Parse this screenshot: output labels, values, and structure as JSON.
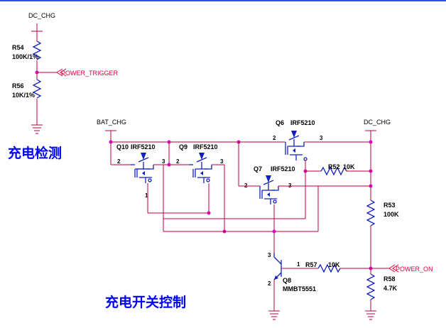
{
  "nets": {
    "dc_chg_top": "DC_CHG",
    "bat_chg": "BAT_CHG",
    "dc_chg_right": "DC_CHG"
  },
  "ports": {
    "power_trigger": "POWER_TRIGGER",
    "power_on": "POWER_ON"
  },
  "resistors": {
    "r54": {
      "ref": "R54",
      "value": "100K/1%"
    },
    "r56": {
      "ref": "R56",
      "value": "10K/1%"
    },
    "r52": {
      "ref": "R52",
      "value": "10K"
    },
    "r53": {
      "ref": "R53",
      "value": "100K"
    },
    "r57": {
      "ref": "R57",
      "value": "10K"
    },
    "r58": {
      "ref": "R58",
      "value": "4.7K"
    }
  },
  "mosfets": {
    "q10": {
      "ref": "Q10",
      "part": "IRF5210"
    },
    "q9": {
      "ref": "Q9",
      "part": "IRF5210"
    },
    "q6": {
      "ref": "Q6",
      "part": "IRF5210"
    },
    "q7": {
      "ref": "Q7",
      "part": "IRF5210"
    }
  },
  "transistor": {
    "ref": "Q8",
    "part": "MMBT5551"
  },
  "pins": {
    "p1": "1",
    "p2": "2",
    "p3": "3"
  },
  "section_labels": {
    "charge_detect": "充电检测",
    "charge_switch_control": "充电开关控制"
  },
  "colors": {
    "wire": "#b8003a",
    "component": "#1020c0",
    "junction": "#e000c0",
    "heading": "#0000ff"
  }
}
